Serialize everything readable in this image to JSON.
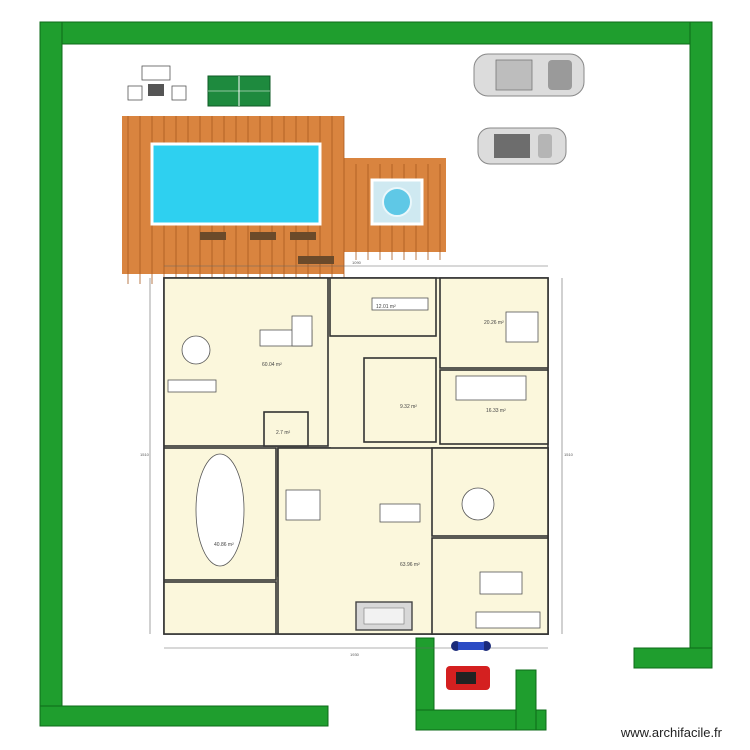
{
  "watermark": "www.archifacile.fr",
  "rooms": [
    {
      "id": "living",
      "area": "60.04 m²"
    },
    {
      "id": "office-top",
      "area": "12.01 m²"
    },
    {
      "id": "bedroom-top-right",
      "area": "20.26 m²"
    },
    {
      "id": "hall",
      "area": "9.32 m²"
    },
    {
      "id": "bedroom-mid-right",
      "area": "16.33 m²"
    },
    {
      "id": "wc",
      "area": "2.7 m²"
    },
    {
      "id": "dining",
      "area": "40.86 m²"
    },
    {
      "id": "main-room",
      "area": "63.96 m²"
    }
  ],
  "dimensions": {
    "top": "1090",
    "bottom": "1930",
    "left": "1510",
    "right": "1510"
  },
  "colors": {
    "hedge": "#1f9e2e",
    "deck": "#d9843f",
    "pool": "#2ed0f0",
    "floor": "#fbf7dc",
    "car": "#c8c8c8",
    "motorbike": "#d42020"
  }
}
